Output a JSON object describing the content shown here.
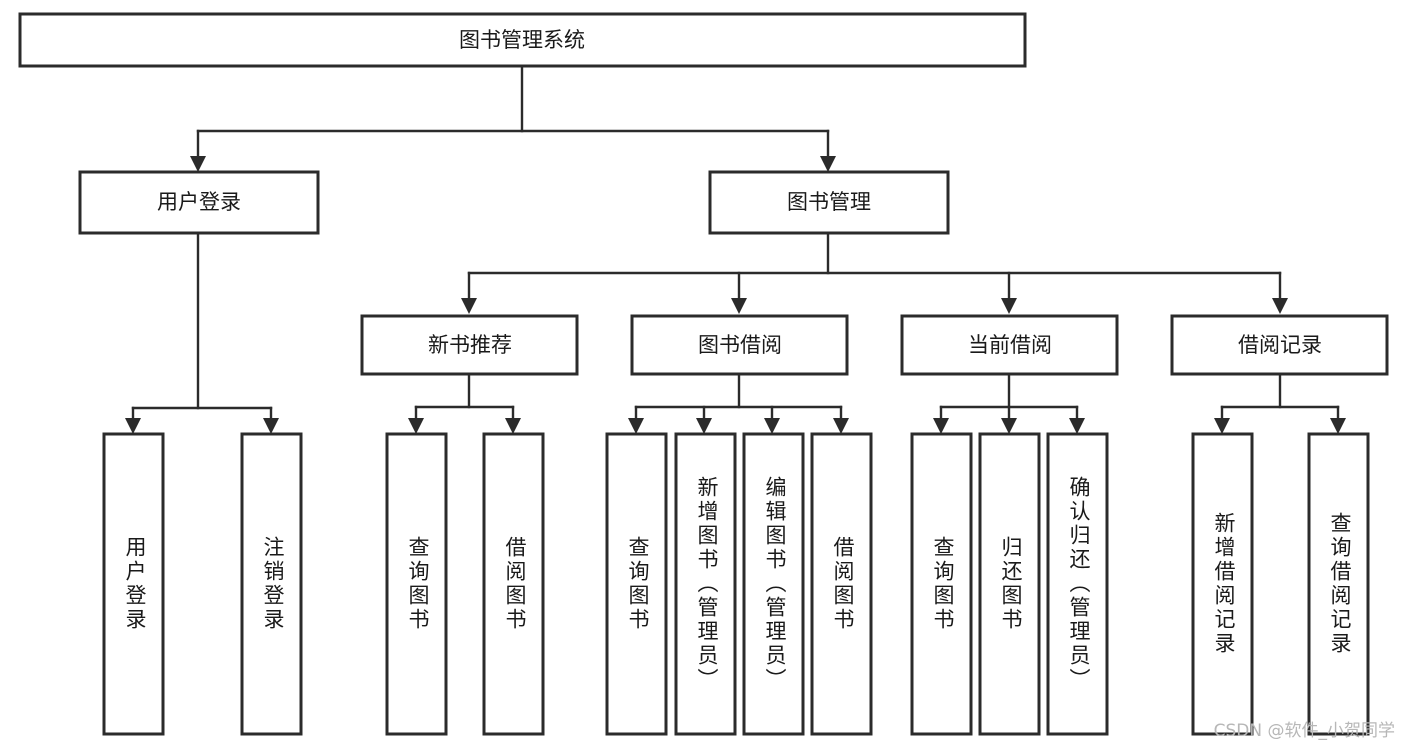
{
  "diagram": {
    "type": "tree",
    "title": "图书管理系统",
    "orientation": "top-down",
    "colors": {
      "box_stroke": "#2b2b2b",
      "box_fill": "#ffffff",
      "connector": "#2b2b2b",
      "text": "#1a1a1a",
      "watermark": "#b7b7b7",
      "background": "#ffffff"
    },
    "levels": {
      "level0": [
        {
          "id": "root",
          "label": "图书管理系统",
          "orientation": "horizontal"
        }
      ],
      "level1": [
        {
          "id": "user-login",
          "label": "用户登录",
          "orientation": "horizontal",
          "parent": "root"
        },
        {
          "id": "book-admin",
          "label": "图书管理",
          "orientation": "horizontal",
          "parent": "root"
        }
      ],
      "level2": [
        {
          "id": "new-book-rec",
          "label": "新书推荐",
          "orientation": "horizontal",
          "parent": "book-admin"
        },
        {
          "id": "book-borrow",
          "label": "图书借阅",
          "orientation": "horizontal",
          "parent": "book-admin"
        },
        {
          "id": "current-borrow",
          "label": "当前借阅",
          "orientation": "horizontal",
          "parent": "book-admin"
        },
        {
          "id": "borrow-record",
          "label": "借阅记录",
          "orientation": "horizontal",
          "parent": "book-admin"
        }
      ],
      "level3": [
        {
          "id": "leaf-user-login",
          "label": "用户登录",
          "orientation": "vertical",
          "parent": "user-login"
        },
        {
          "id": "leaf-logout",
          "label": "注销登录",
          "orientation": "vertical",
          "parent": "user-login"
        },
        {
          "id": "leaf-query-book-1",
          "label": "查询图书",
          "orientation": "vertical",
          "parent": "new-book-rec"
        },
        {
          "id": "leaf-borrow-book-1",
          "label": "借阅图书",
          "orientation": "vertical",
          "parent": "new-book-rec"
        },
        {
          "id": "leaf-query-book-2",
          "label": "查询图书",
          "orientation": "vertical",
          "parent": "book-borrow"
        },
        {
          "id": "leaf-add-book",
          "label": "新增图书（管理员）",
          "orientation": "vertical",
          "parent": "book-borrow"
        },
        {
          "id": "leaf-edit-book",
          "label": "编辑图书（管理员）",
          "orientation": "vertical",
          "parent": "book-borrow"
        },
        {
          "id": "leaf-borrow-book-2",
          "label": "借阅图书",
          "orientation": "vertical",
          "parent": "book-borrow"
        },
        {
          "id": "leaf-query-book-3",
          "label": "查询图书",
          "orientation": "vertical",
          "parent": "current-borrow"
        },
        {
          "id": "leaf-return-book",
          "label": "归还图书",
          "orientation": "vertical",
          "parent": "current-borrow"
        },
        {
          "id": "leaf-confirm-return",
          "label": "确认归还（管理员）",
          "orientation": "vertical",
          "parent": "current-borrow"
        },
        {
          "id": "leaf-add-record",
          "label": "新增借阅记录",
          "orientation": "vertical",
          "parent": "borrow-record"
        },
        {
          "id": "leaf-query-record",
          "label": "查询借阅记录",
          "orientation": "vertical",
          "parent": "borrow-record"
        }
      ]
    }
  },
  "watermark": {
    "text": "CSDN @软件_小贺同学"
  }
}
